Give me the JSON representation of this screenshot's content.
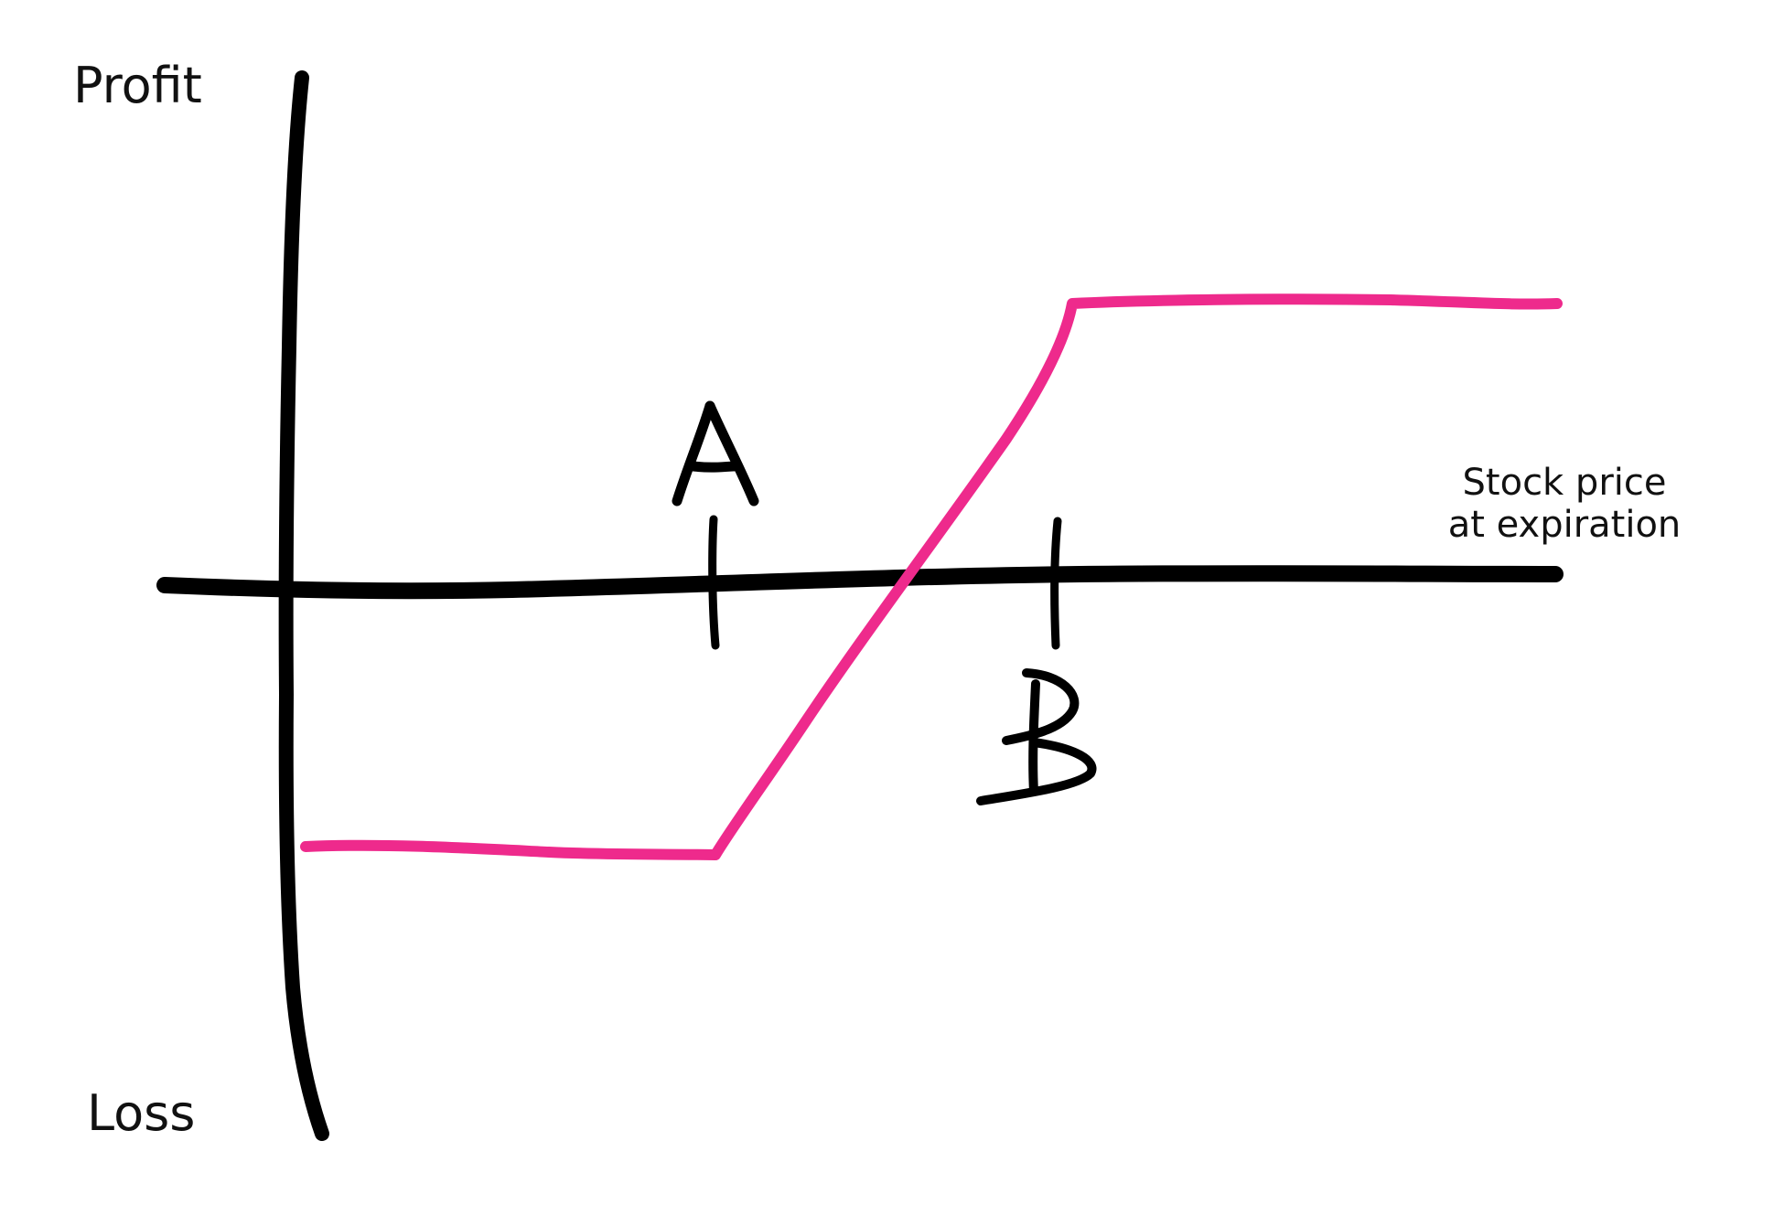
{
  "diagram": {
    "y_axis_top_label": "Profit",
    "y_axis_bottom_label": "Loss",
    "x_axis_label_line1": "Stock price",
    "x_axis_label_line2": "at expiration",
    "strike_a_label": "A",
    "strike_b_label": "B",
    "colors": {
      "axis": "#000000",
      "payoff_line": "#ee2a8c"
    }
  }
}
